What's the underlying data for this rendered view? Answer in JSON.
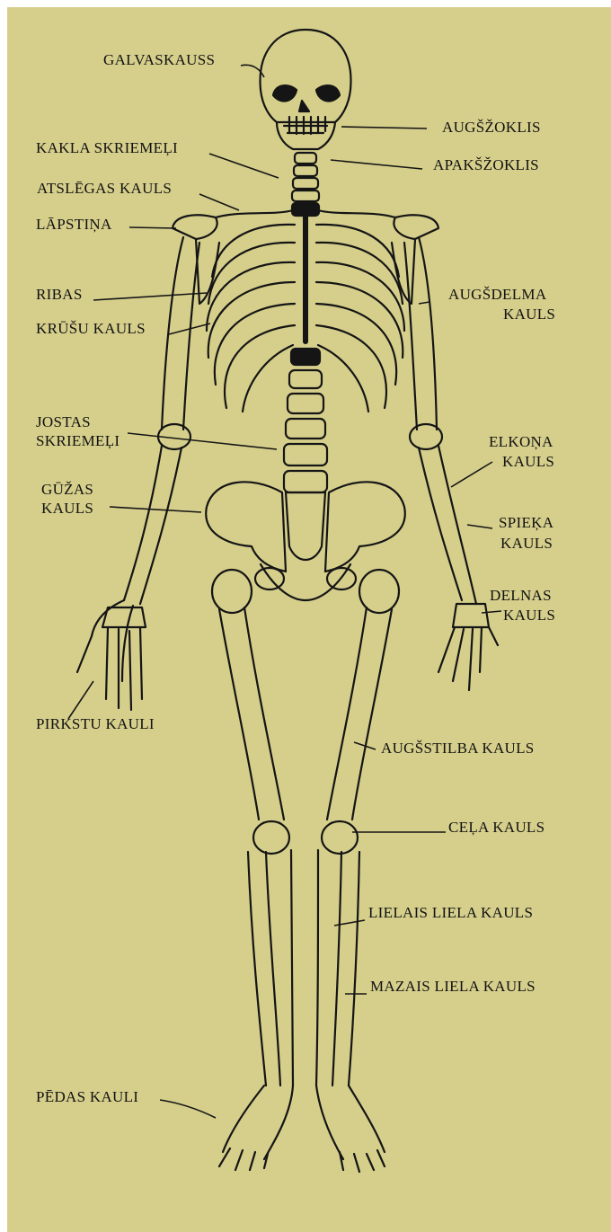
{
  "diagram": {
    "background_color": "#d6cf8c",
    "ink_color": "#151515",
    "labels": {
      "skull": "GALVASKAUSS",
      "maxilla": "AUGŠŽOKLIS",
      "cervical_vertebrae": "KAKLA SKRIEMEĻI",
      "mandible": "APAKŠŽOKLIS",
      "clavicle": "ATSLĒGAS KAULS",
      "scapula": "LĀPSTIŅA",
      "ribs": "RIBAS",
      "humerus_1": "AUGŠDELMA",
      "humerus_2": "KAULS",
      "sternum": "KRŪŠU KAULS",
      "lumbar_1": "JOSTAS",
      "lumbar_2": "SKRIEMEĻI",
      "ulna_1": "ELKOŅA",
      "ulna_2": "KAULS",
      "pelvis_1": "GŪŽAS",
      "pelvis_2": "KAULS",
      "radius_1": "SPIEĶA",
      "radius_2": "KAULS",
      "carpals_1": "DELNAS",
      "carpals_2": "KAULS",
      "phalanges": "PIRKSTU KAULI",
      "femur": "AUGŠSTILBA KAULS",
      "patella": "CEĻA KAULS",
      "tibia": "LIELAIS LIELA KAULS",
      "fibula": "MAZAIS LIELA KAULS",
      "foot": "PĒDAS KAULI"
    }
  }
}
